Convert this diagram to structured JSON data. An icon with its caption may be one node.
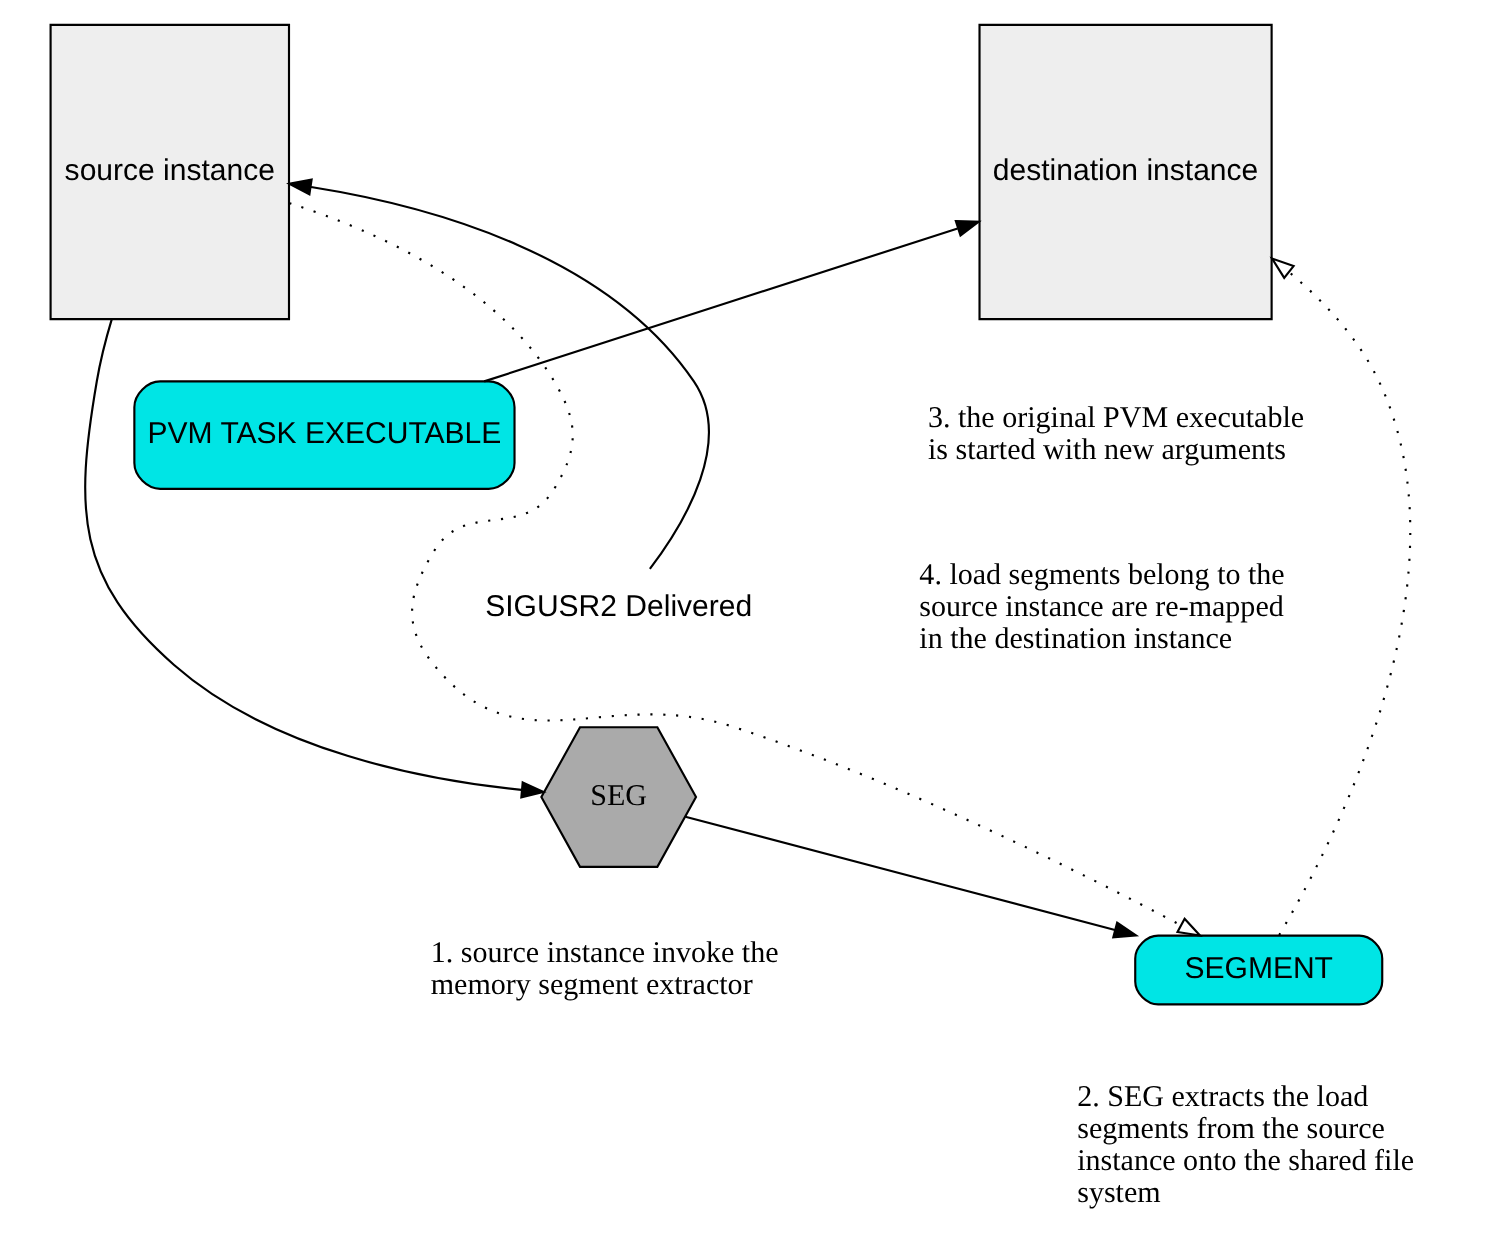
{
  "diagram": {
    "nodes": [
      {
        "text": [
          "source instance"
        ]
      },
      {
        "text": [
          "destination instance"
        ]
      },
      {
        "text": [
          "PVM TASK EXECUTABLE"
        ]
      },
      {
        "text": [
          "SIGUSR2 Delivered"
        ]
      },
      {
        "text": [
          "SEG"
        ]
      },
      {
        "text": [
          "SEGMENT"
        ]
      }
    ],
    "edges": [
      {
        "from": 3,
        "to": 0,
        "arrow": "to"
      },
      {
        "from": 0,
        "to": 4,
        "arrow": "to"
      },
      {
        "from": 0,
        "to": 5,
        "arrow": "to",
        "style": "dashed"
      },
      {
        "from": 2,
        "to": 1,
        "arrow": "to"
      },
      {
        "from": 4,
        "to": 5,
        "arrow": "to"
      },
      {
        "from": 5,
        "to": 1,
        "arrow": "to",
        "style": "dashed"
      }
    ],
    "labels": [
      "3. the original PVM executable is started with new arguments",
      "4. load segments belong to the source instance are re-mapped in the destination instance",
      "1. source instance invoke the memory segment extractor",
      "2. SEG extracts the load segments from the source instance onto the shared file system"
    ]
  }
}
